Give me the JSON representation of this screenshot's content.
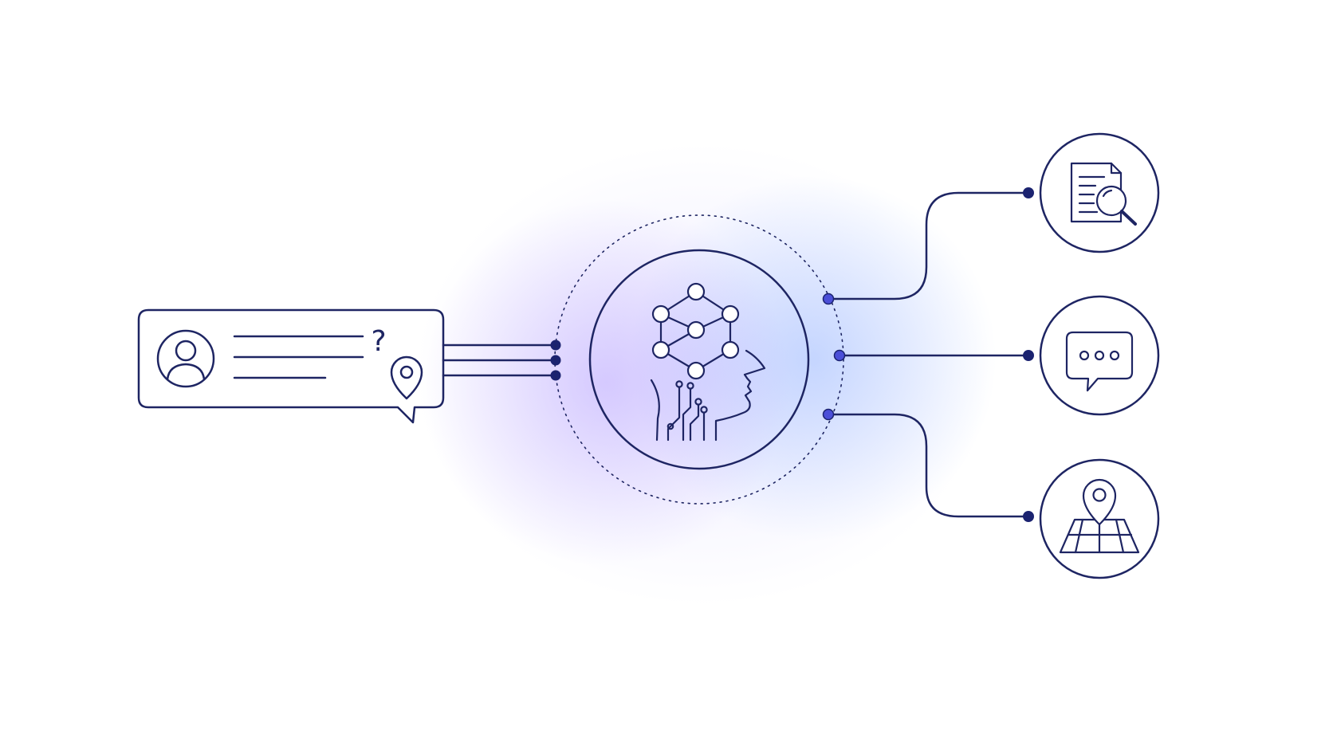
{
  "colors": {
    "ink": "#1e2563",
    "node_dot": "#1b2370",
    "accent_dot": "#4b4fd8",
    "glow_violet": "#a88cff",
    "glow_blue": "#78a5ff",
    "background": "#ffffff"
  },
  "user_query": {
    "icons": [
      "user-avatar-icon",
      "question-mark-icon",
      "location-pin-icon"
    ],
    "question_glyph": "?",
    "text_lines": 3
  },
  "processor": {
    "icon": "ai-brain-network-icon"
  },
  "outputs": [
    {
      "id": "document-search",
      "icon": "document-search-icon"
    },
    {
      "id": "chat",
      "icon": "chat-bubble-icon"
    },
    {
      "id": "map-location",
      "icon": "map-location-icon"
    }
  ]
}
